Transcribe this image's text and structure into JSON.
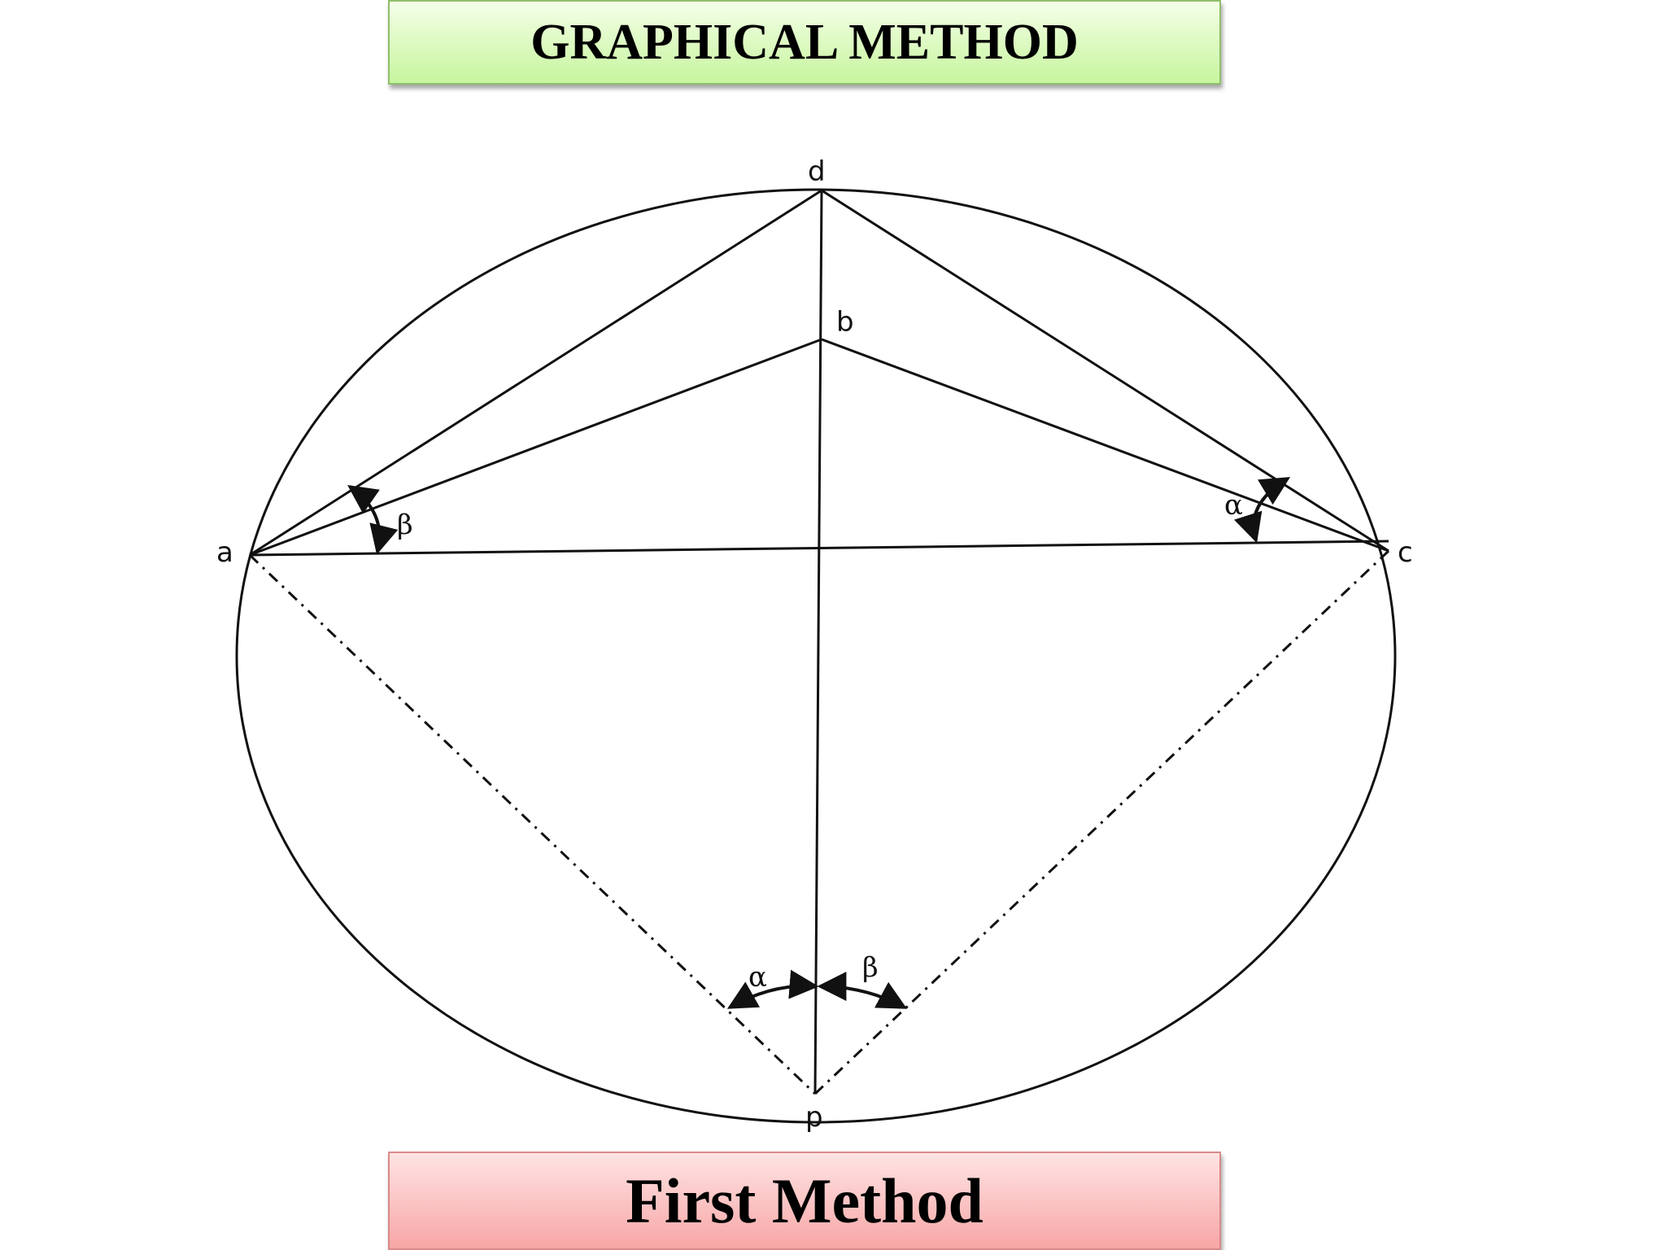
{
  "title": "GRAPHICAL METHOD",
  "caption": "First Method",
  "points": {
    "a": "a",
    "b": "b",
    "c": "c",
    "d": "d",
    "p": "p"
  },
  "angles": {
    "alpha": "α",
    "beta": "β"
  },
  "colors": {
    "title_bg": "#c7f59e",
    "caption_bg": "#f7a6a6",
    "line": "#111111"
  }
}
